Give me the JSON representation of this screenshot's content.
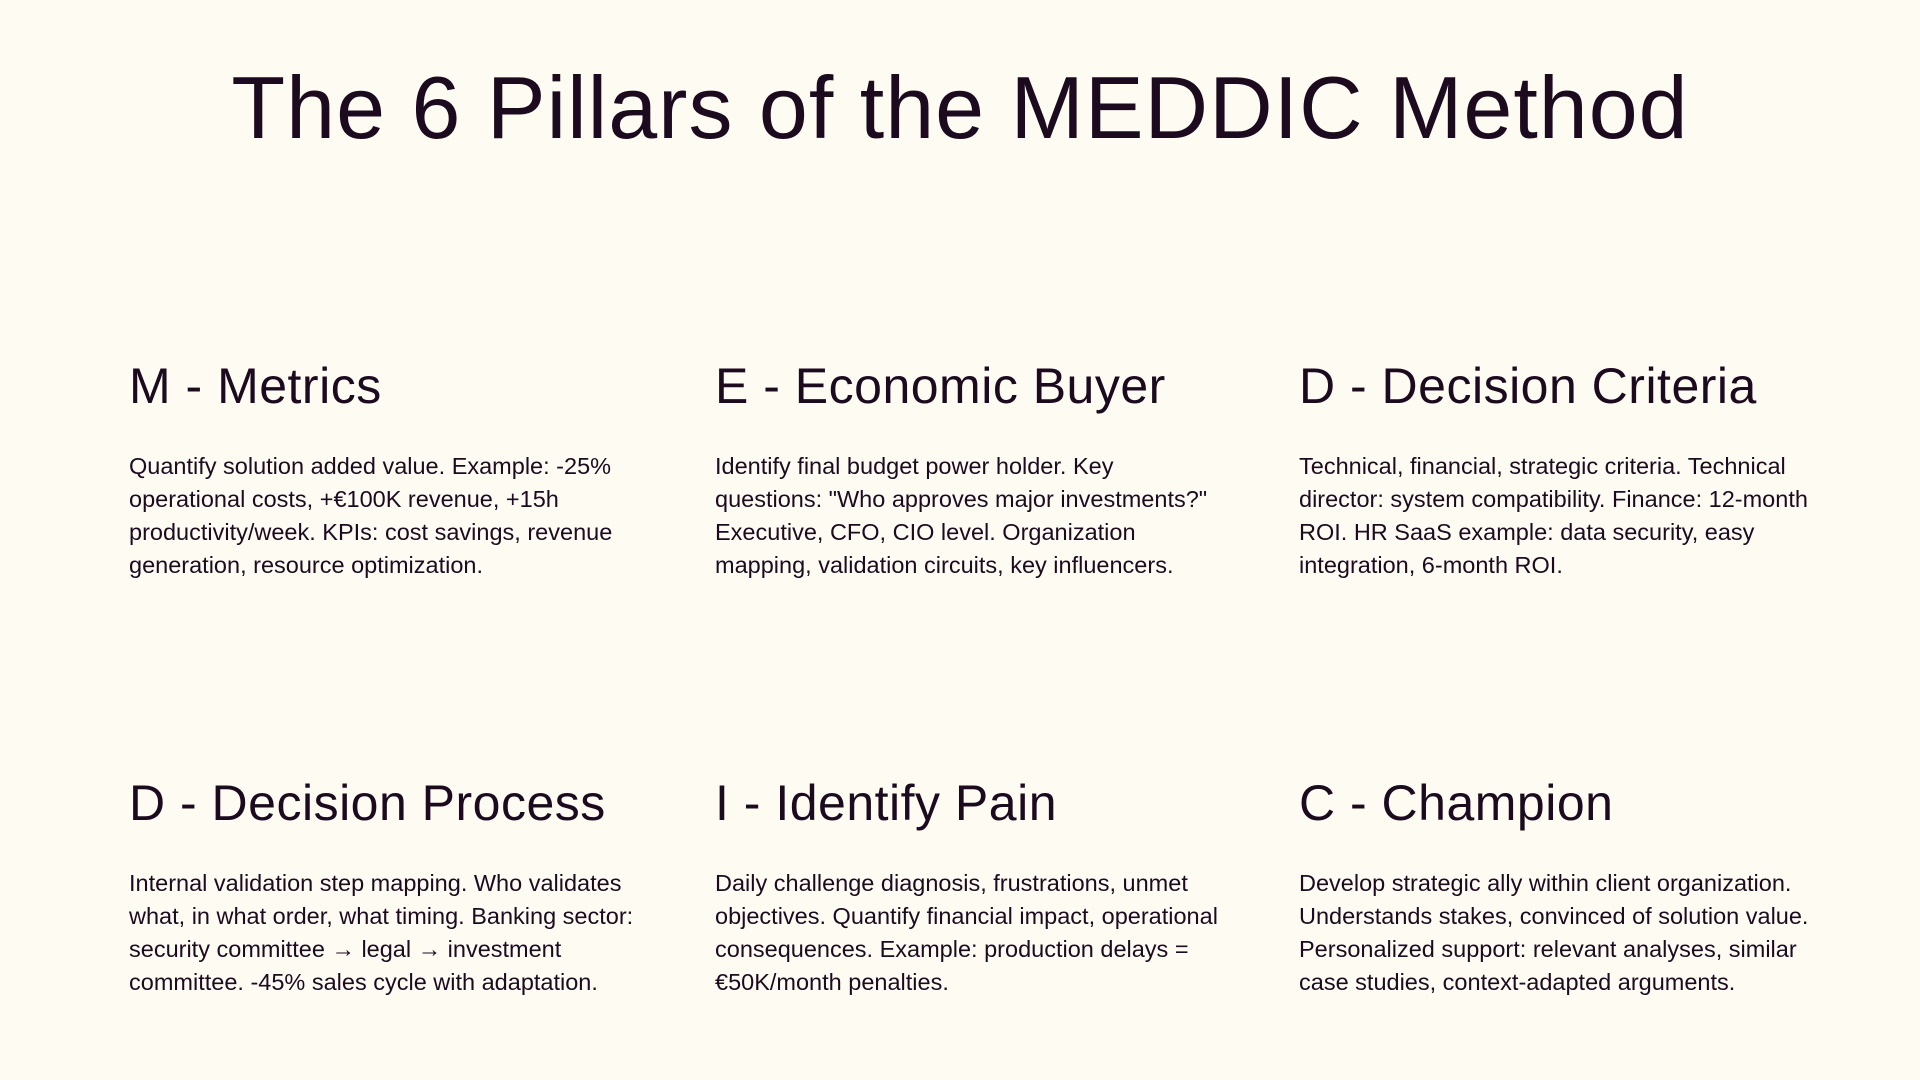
{
  "title": "The 6 Pillars of the MEDDIC Method",
  "colors": {
    "background": "#fefbf3",
    "text": "#1c0b1f",
    "primary_purple": "#33109a",
    "medium_purple": "#ae92f8",
    "light_purple": "#e6dcfd",
    "lilac": "#c9b6fb",
    "yellow": "#fde563",
    "navy_stroke": "#1f3a74"
  },
  "pillars": [
    {
      "letter": "M",
      "heading": "M - Metrics",
      "icon": "lightbulb-icon",
      "description": "Quantify solution added value. Example: -25% operational costs, +€100K revenue, +15h productivity/week. KPIs: cost savings, revenue generation, resource optimization."
    },
    {
      "letter": "E",
      "heading": "E - Economic Buyer",
      "icon": "check-circle-icon",
      "description": "Identify final budget power holder. Key questions: \"Who approves major investments?\" Executive, CFO, CIO level. Organization mapping, validation circuits, key influencers."
    },
    {
      "letter": "D",
      "heading": "D - Decision Criteria",
      "icon": "target-icon",
      "description": "Technical, financial, strategic criteria. Technical director: system compatibility. Finance: 12-month ROI. HR SaaS example: data security, easy integration, 6-month ROI."
    },
    {
      "letter": "D",
      "heading": "D - Decision Process",
      "icon": "swap-arrows-icon",
      "description": "Internal validation step mapping. Who validates what, in what order, what timing. Banking sector: security committee → legal → investment committee. -45% sales cycle with adaptation."
    },
    {
      "letter": "I",
      "heading": "I - Identify Pain",
      "icon": "magnifier-icon",
      "description": "Daily challenge diagnosis, frustrations, unmet objectives. Quantify financial impact, operational consequences. Example: production delays = €50K/month penalties."
    },
    {
      "letter": "C",
      "heading": "C - Champion",
      "icon": "puzzle-icon",
      "description": "Develop strategic ally within client organization. Understands stakes, convinced of solution value. Personalized support: relevant analyses, similar case studies, context-adapted arguments."
    }
  ]
}
